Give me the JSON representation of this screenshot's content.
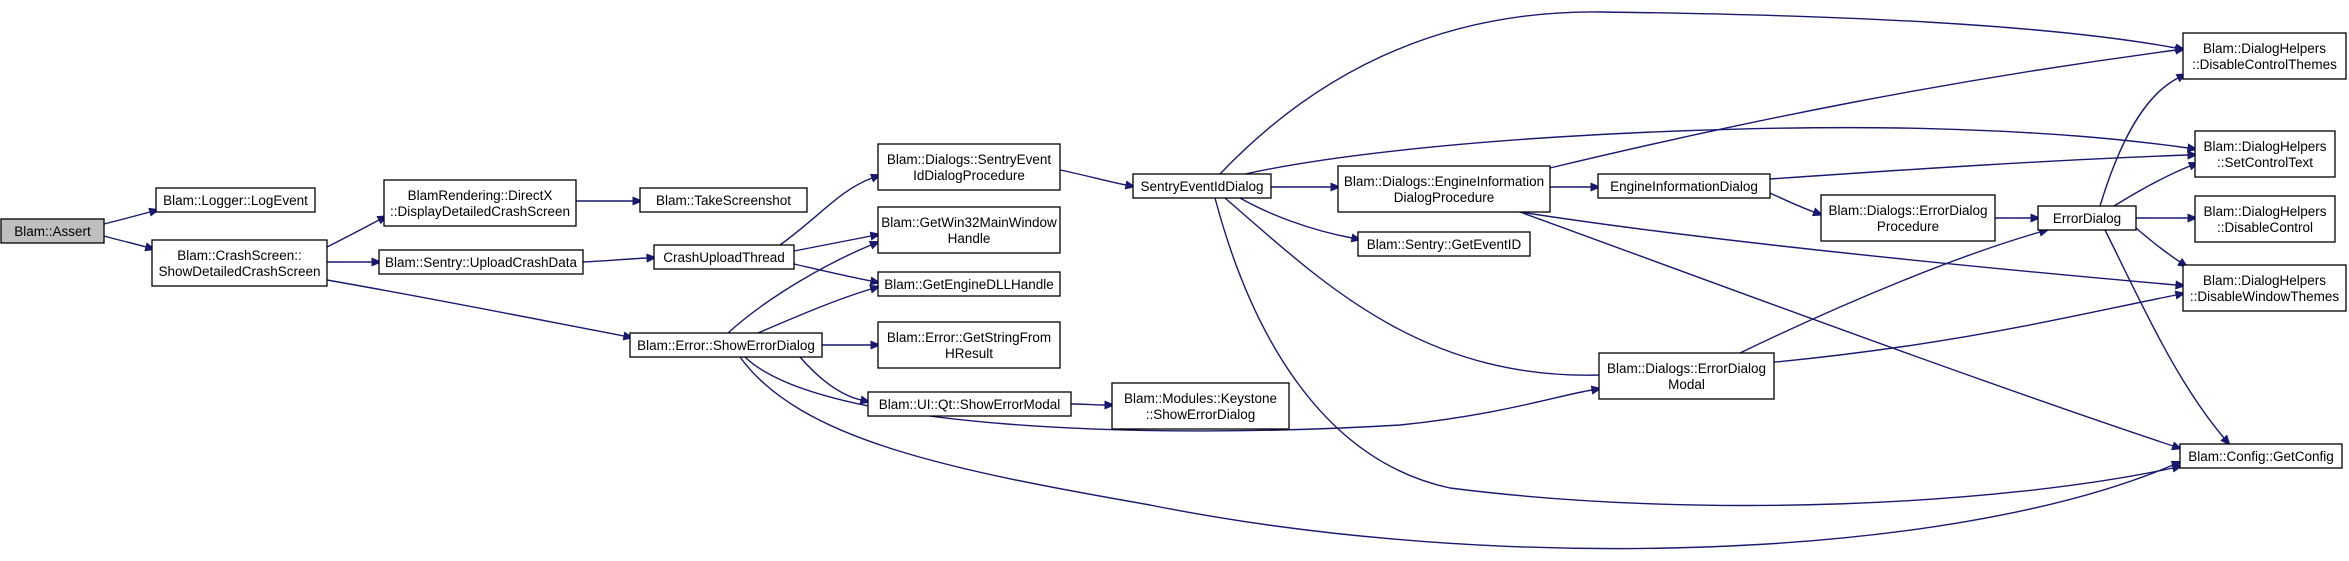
{
  "graph": {
    "colors": {
      "edge": "#191970",
      "root_fill": "#bfbfbf",
      "node_fill": "#ffffff",
      "border": "#000000"
    },
    "nodes": [
      {
        "id": "assert",
        "lines": [
          "Blam::Assert"
        ],
        "root": true
      },
      {
        "id": "logevent",
        "lines": [
          "Blam::Logger::LogEvent"
        ]
      },
      {
        "id": "showdetailed",
        "lines": [
          "Blam::CrashScreen::",
          "ShowDetailedCrashScreen"
        ]
      },
      {
        "id": "dxdisplay",
        "lines": [
          "BlamRendering::DirectX",
          "::DisplayDetailedCrashScreen"
        ]
      },
      {
        "id": "uploadcrash",
        "lines": [
          "Blam::Sentry::UploadCrashData"
        ]
      },
      {
        "id": "showerror",
        "lines": [
          "Blam::Error::ShowErrorDialog"
        ]
      },
      {
        "id": "takescreenshot",
        "lines": [
          "Blam::TakeScreenshot"
        ]
      },
      {
        "id": "crashthread",
        "lines": [
          "CrashUploadThread"
        ]
      },
      {
        "id": "sentryproc",
        "lines": [
          "Blam::Dialogs::SentryEvent",
          "IdDialogProcedure"
        ]
      },
      {
        "id": "getwin32",
        "lines": [
          "Blam::GetWin32MainWindow",
          "Handle"
        ]
      },
      {
        "id": "getenginedll",
        "lines": [
          "Blam::GetEngineDLLHandle"
        ]
      },
      {
        "id": "getstring",
        "lines": [
          "Blam::Error::GetStringFrom",
          "HResult"
        ]
      },
      {
        "id": "qtmodal",
        "lines": [
          "Blam::UI::Qt::ShowErrorModal"
        ]
      },
      {
        "id": "keystone",
        "lines": [
          "Blam::Modules::Keystone",
          "::ShowErrorDialog"
        ]
      },
      {
        "id": "sentrydialog",
        "lines": [
          "SentryEventIdDialog"
        ]
      },
      {
        "id": "engineinfoproc",
        "lines": [
          "Blam::Dialogs::EngineInformation",
          "DialogProcedure"
        ]
      },
      {
        "id": "geteventid",
        "lines": [
          "Blam::Sentry::GetEventID"
        ]
      },
      {
        "id": "engineinfodialog",
        "lines": [
          "EngineInformationDialog"
        ]
      },
      {
        "id": "errordialogproc",
        "lines": [
          "Blam::Dialogs::ErrorDialog",
          "Procedure"
        ]
      },
      {
        "id": "errordialogmodal",
        "lines": [
          "Blam::Dialogs::ErrorDialog",
          "Modal"
        ]
      },
      {
        "id": "errordialog",
        "lines": [
          "ErrorDialog"
        ]
      },
      {
        "id": "disablecontrolthemes",
        "lines": [
          "Blam::DialogHelpers",
          "::DisableControlThemes"
        ]
      },
      {
        "id": "setcontroltext",
        "lines": [
          "Blam::DialogHelpers",
          "::SetControlText"
        ]
      },
      {
        "id": "disablecontrol",
        "lines": [
          "Blam::DialogHelpers",
          "::DisableControl"
        ]
      },
      {
        "id": "disablewindowthemes",
        "lines": [
          "Blam::DialogHelpers",
          "::DisableWindowThemes"
        ]
      },
      {
        "id": "getconfig",
        "lines": [
          "Blam::Config::GetConfig"
        ]
      }
    ],
    "edges": [
      [
        "assert",
        "logevent"
      ],
      [
        "assert",
        "showdetailed"
      ],
      [
        "showdetailed",
        "dxdisplay"
      ],
      [
        "showdetailed",
        "uploadcrash"
      ],
      [
        "showdetailed",
        "showerror"
      ],
      [
        "dxdisplay",
        "takescreenshot"
      ],
      [
        "uploadcrash",
        "crashthread"
      ],
      [
        "crashthread",
        "sentryproc"
      ],
      [
        "crashthread",
        "getwin32"
      ],
      [
        "crashthread",
        "getenginedll"
      ],
      [
        "sentryproc",
        "sentrydialog"
      ],
      [
        "showerror",
        "getwin32"
      ],
      [
        "showerror",
        "getenginedll"
      ],
      [
        "showerror",
        "getstring"
      ],
      [
        "showerror",
        "qtmodal"
      ],
      [
        "showerror",
        "errordialogmodal"
      ],
      [
        "showerror",
        "getconfig"
      ],
      [
        "qtmodal",
        "keystone"
      ],
      [
        "sentrydialog",
        "engineinfoproc"
      ],
      [
        "sentrydialog",
        "geteventid"
      ],
      [
        "sentrydialog",
        "disablecontrolthemes"
      ],
      [
        "sentrydialog",
        "setcontroltext"
      ],
      [
        "sentrydialog",
        "disablewindowthemes"
      ],
      [
        "sentrydialog",
        "getconfig"
      ],
      [
        "engineinfoproc",
        "engineinfodialog"
      ],
      [
        "engineinfoproc",
        "disablecontrolthemes"
      ],
      [
        "engineinfoproc",
        "disablewindowthemes"
      ],
      [
        "engineinfoproc",
        "getconfig"
      ],
      [
        "engineinfodialog",
        "errordialogproc"
      ],
      [
        "engineinfodialog",
        "setcontroltext"
      ],
      [
        "errordialogproc",
        "errordialog"
      ],
      [
        "errordialogmodal",
        "errordialog"
      ],
      [
        "errordialog",
        "disablecontrolthemes"
      ],
      [
        "errordialog",
        "setcontroltext"
      ],
      [
        "errordialog",
        "disablecontrol"
      ],
      [
        "errordialog",
        "disablewindowthemes"
      ],
      [
        "errordialog",
        "getconfig"
      ]
    ]
  }
}
